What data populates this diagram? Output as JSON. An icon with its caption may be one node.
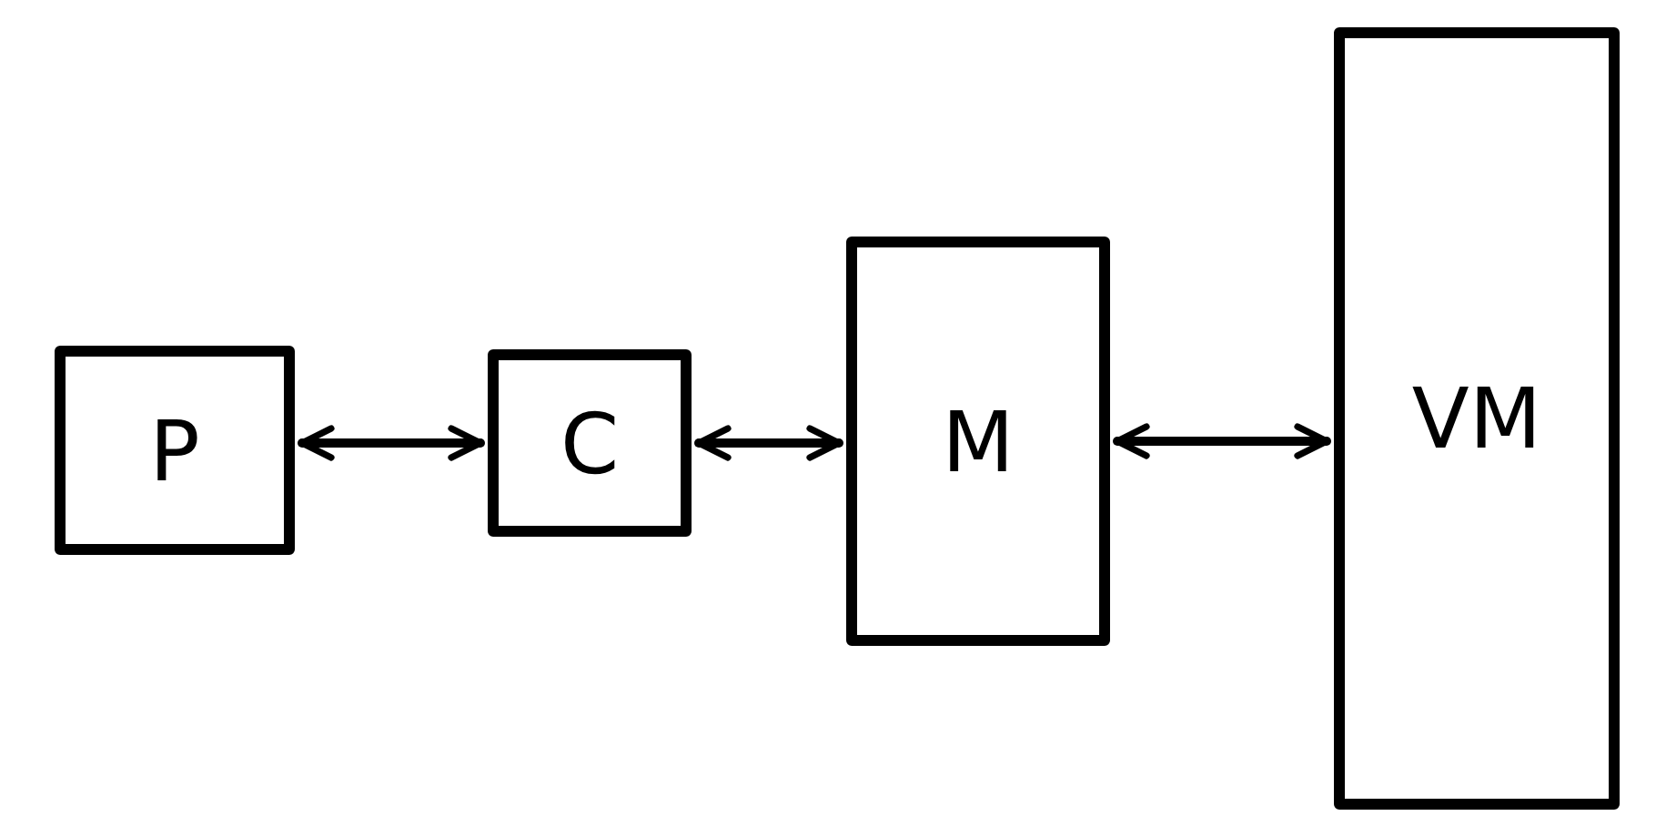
{
  "diagram": {
    "nodes": [
      {
        "text": [
          "P"
        ]
      },
      {
        "text": [
          "C"
        ]
      },
      {
        "text": [
          "M"
        ]
      },
      {
        "text": [
          "VM"
        ]
      }
    ],
    "edges": [
      {
        "from": 0,
        "to": 1,
        "arrow": "both"
      },
      {
        "from": 1,
        "to": 2,
        "arrow": "both"
      },
      {
        "from": 2,
        "to": 3,
        "arrow": "both"
      }
    ]
  }
}
